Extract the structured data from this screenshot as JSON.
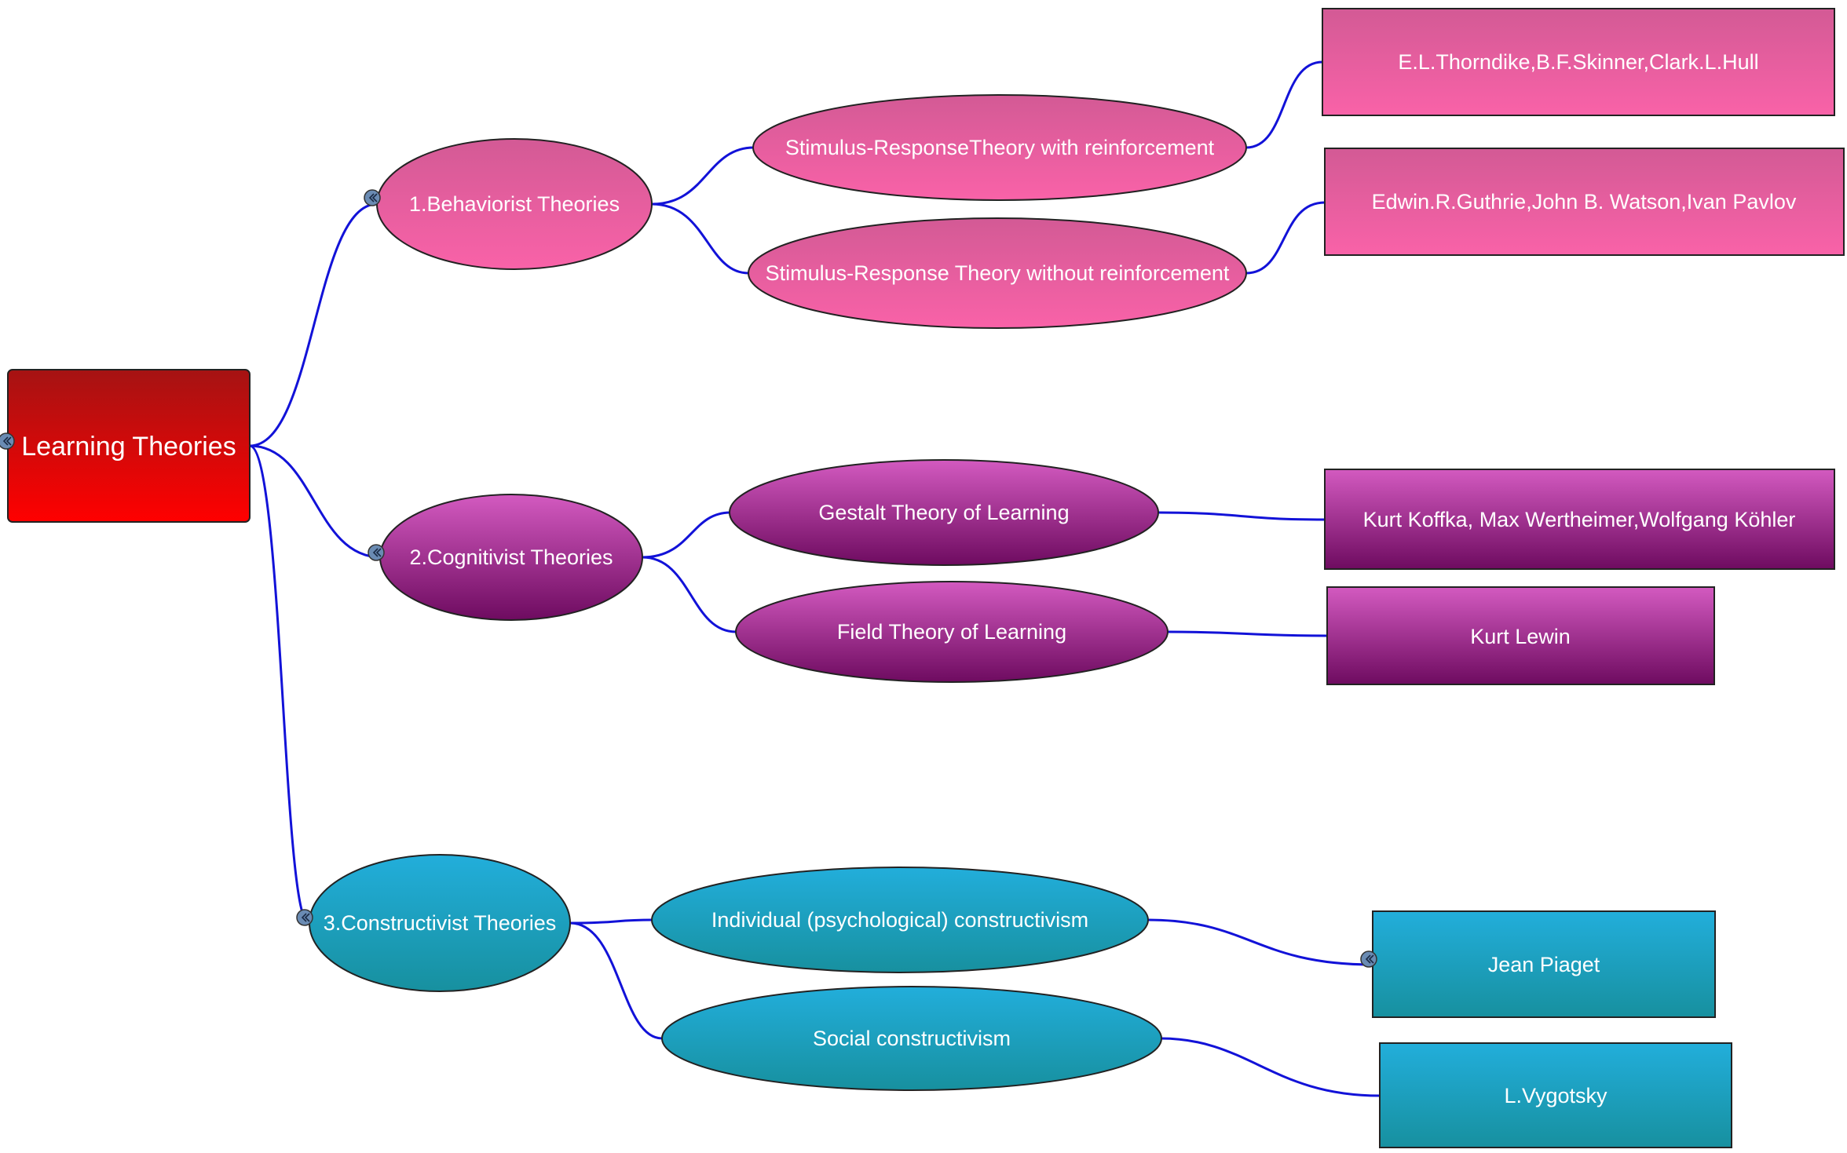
{
  "root": {
    "label": "Learning Theories"
  },
  "branches": [
    {
      "label": "1.Behaviorist Theories",
      "children": [
        {
          "label": "Stimulus-ResponseTheory with reinforcement",
          "leaf": "E.L.Thorndike,B.F.Skinner,Clark.L.Hull"
        },
        {
          "label": "Stimulus-Response Theory without reinforcement",
          "leaf": "Edwin.R.Guthrie,John B. Watson,Ivan Pavlov"
        }
      ]
    },
    {
      "label": "2.Cognitivist Theories",
      "children": [
        {
          "label": "Gestalt Theory of Learning",
          "leaf": "Kurt Koffka, Max Wertheimer,Wolfgang Köhler"
        },
        {
          "label": "Field Theory of Learning",
          "leaf": "Kurt Lewin"
        }
      ]
    },
    {
      "label": "3.Constructivist Theories",
      "children": [
        {
          "label": "Individual (psychological) constructivism",
          "leaf": "Jean Piaget"
        },
        {
          "label": "Social constructivism",
          "leaf": "L.Vygotsky"
        }
      ]
    }
  ],
  "colors": {
    "root_top": "#a51313",
    "root_bottom": "#ff0000",
    "behaviorist_top": "#d35a95",
    "behaviorist_bottom": "#f962a8",
    "cognitivist_top": "#d35ac0",
    "cognitivist_bottom": "#6e0b60",
    "constructivist_top": "#22aedb",
    "constructivist_bottom": "#17909f",
    "connector": "#1212d8",
    "collapse_button": "#6a8bb3"
  },
  "icons": {
    "collapse": "collapse-chevron-icon"
  }
}
